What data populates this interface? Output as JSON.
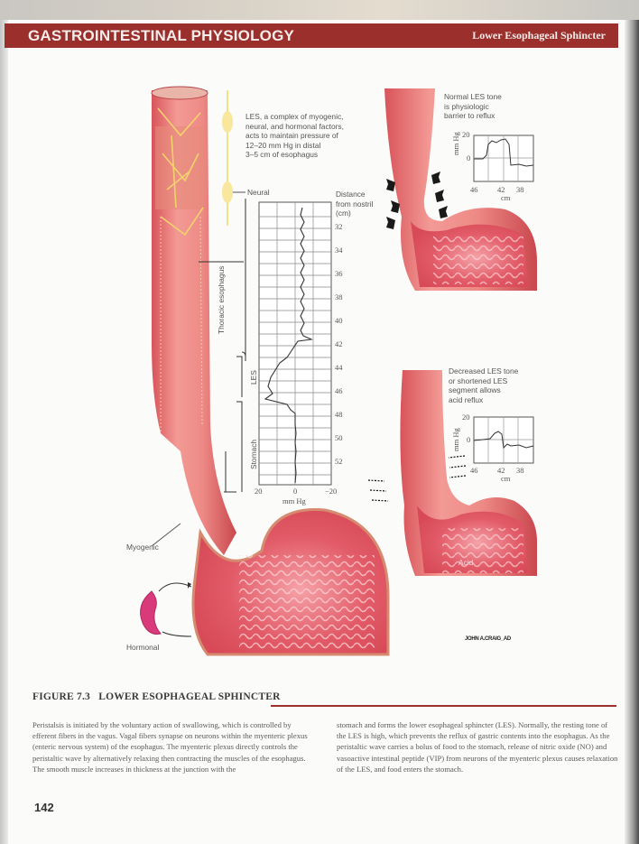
{
  "header": {
    "section_title": "GASTROINTESTINAL PHYSIOLOGY",
    "topic_title": "Lower Esophageal Sphincter",
    "bar_color": "#9b2f2b"
  },
  "figure": {
    "annotation_main": [
      "LES, a complex of myogenic,",
      "neural, and hormonal factors,",
      "acts to maintain pressure of",
      "12–20 mm Hg in distal",
      "3–5 cm of esophagus"
    ],
    "label_neural": "Neural",
    "label_myogenic": "Myogenic",
    "label_hormonal": "Hormonal",
    "label_distance": [
      "Distance",
      "from nostril",
      "(cm)"
    ],
    "bracket_thoracic": "Thoracic esophagus",
    "bracket_les": "LES",
    "bracket_stomach": "Stomach",
    "normal_panel": {
      "caption": [
        "Normal LES tone",
        "is physiologic",
        "barrier to reflux"
      ]
    },
    "decreased_panel": {
      "caption": [
        "Decreased LES tone",
        "or shortened LES",
        "segment allows",
        "acid reflux"
      ],
      "acid_label": "Acid"
    },
    "signature": "JOHN A.CRAIG_AD"
  },
  "chart_data": [
    {
      "type": "line",
      "title": "Esophageal manometry pull-through",
      "xlabel": "mm Hg",
      "ylabel": "Distance from nostril (cm)",
      "x_ticks": [
        "20",
        "0",
        "−20"
      ],
      "y_ticks": [
        "32",
        "34",
        "36",
        "38",
        "40",
        "42",
        "44",
        "46",
        "48",
        "50",
        "52"
      ],
      "xlim": [
        20,
        -20
      ],
      "ylim": [
        31,
        54
      ],
      "regions": [
        {
          "name": "Thoracic esophagus",
          "range_cm": [
            31,
            41.5
          ]
        },
        {
          "name": "LES",
          "range_cm": [
            42.5,
            45.5
          ]
        },
        {
          "name": "Stomach",
          "range_cm": [
            45.5,
            53
          ]
        }
      ],
      "series": [
        {
          "name": "pressure",
          "points": [
            [
              0,
              31.5
            ],
            [
              -1,
              32
            ],
            [
              1,
              32.5
            ],
            [
              -1,
              33
            ],
            [
              1,
              33.5
            ],
            [
              -1,
              34
            ],
            [
              1,
              34.5
            ],
            [
              -1,
              35
            ],
            [
              1,
              35.5
            ],
            [
              -1,
              36
            ],
            [
              1,
              36.5
            ],
            [
              -1,
              37
            ],
            [
              1,
              37.5
            ],
            [
              -1,
              38
            ],
            [
              1,
              38.5
            ],
            [
              -1,
              39
            ],
            [
              1,
              39.5
            ],
            [
              -1,
              40
            ],
            [
              1,
              40.5
            ],
            [
              0,
              41.2
            ],
            [
              -8,
              41.5
            ],
            [
              6,
              42
            ],
            [
              10,
              42.5
            ],
            [
              8,
              43
            ],
            [
              14,
              43.5
            ],
            [
              16,
              44
            ],
            [
              14,
              44.5
            ],
            [
              19,
              45
            ],
            [
              12,
              45.5
            ],
            [
              18,
              46
            ],
            [
              8,
              46.5
            ],
            [
              3,
              47
            ],
            [
              0,
              47.5
            ],
            [
              0,
              48
            ],
            [
              0,
              49
            ],
            [
              0,
              50
            ],
            [
              0,
              51
            ],
            [
              0,
              52
            ],
            [
              0,
              53
            ]
          ]
        }
      ]
    },
    {
      "type": "line",
      "title": "Normal LES tone",
      "xlabel": "cm",
      "ylabel": "mm Hg",
      "x_ticks": [
        "46",
        "42",
        "38"
      ],
      "y_ticks": [
        "20",
        "0"
      ],
      "xlim": [
        47,
        36
      ],
      "ylim": [
        -10,
        20
      ],
      "series": [
        {
          "name": "pressure",
          "points": [
            [
              47,
              0
            ],
            [
              44.5,
              0
            ],
            [
              44,
              10
            ],
            [
              43.5,
              16
            ],
            [
              42.5,
              17
            ],
            [
              41.5,
              18
            ],
            [
              40.5,
              16
            ],
            [
              40,
              -6
            ],
            [
              38,
              -6
            ],
            [
              36,
              -6
            ]
          ]
        }
      ]
    },
    {
      "type": "line",
      "title": "Decreased LES tone",
      "xlabel": "cm",
      "ylabel": "mm Hg",
      "x_ticks": [
        "46",
        "42",
        "38"
      ],
      "y_ticks": [
        "20",
        "0"
      ],
      "xlim": [
        47,
        36
      ],
      "ylim": [
        -10,
        20
      ],
      "series": [
        {
          "name": "pressure",
          "points": [
            [
              47,
              0
            ],
            [
              43.5,
              1
            ],
            [
              42.5,
              8
            ],
            [
              41.5,
              6
            ],
            [
              41,
              -5
            ],
            [
              39,
              -4
            ],
            [
              36,
              -4
            ]
          ]
        }
      ]
    }
  ],
  "caption": {
    "figure_label": "FIGURE 7.3",
    "figure_title": "LOWER ESOPHAGEAL SPHINCTER",
    "col1": "Peristalsis is initiated by the voluntary action of swallowing, which is controlled by efferent fibers in the vagus. Vagal fibers synapse on neurons within the myenteric plexus (enteric nervous system) of the esophagus. The myenteric plexus directly controls the peristaltic wave by alternatively relaxing then contracting the muscles of the esophagus. The smooth muscle increases in thickness at the junction with the",
    "col2": "stomach and forms the lower esophageal sphincter (LES). Normally, the resting tone of the LES is high, which prevents the reflux of gastric contents into the esophagus. As the peristaltic wave carries a bolus of food to the stomach, release of nitric oxide (NO) and vasoactive intestinal peptide (VIP) from neurons of the myenteric plexus causes relaxation of the LES, and food enters the stomach."
  },
  "page_number": "142"
}
